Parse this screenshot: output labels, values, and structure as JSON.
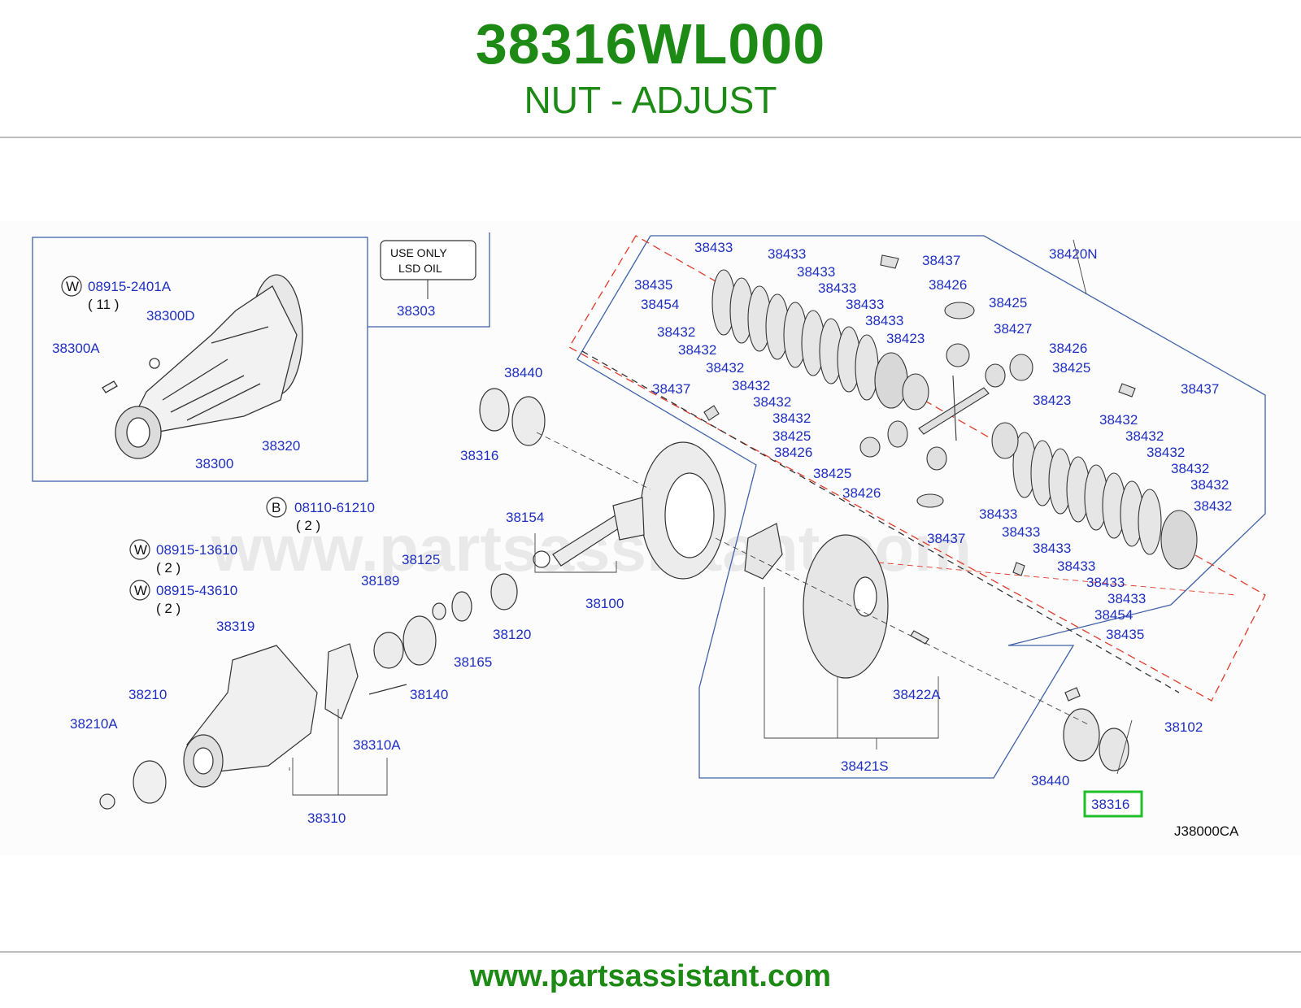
{
  "header": {
    "part_number": "38316WL000",
    "part_name": "NUT - ADJUST"
  },
  "footer": {
    "url": "www.partsassistant.com"
  },
  "diagram": {
    "watermark": "www.partsassistant.com",
    "diagram_code": "J38000CA",
    "note_line1": "USE   ONLY",
    "note_line2": "LSD   OIL",
    "highlighted_part": "38316",
    "colors": {
      "brand_green": "#1e8a16",
      "label_blue": "#1f2fbf",
      "highlight_green": "#1fbf2a",
      "dashed_red": "#e03a2a"
    },
    "labels": [
      "08915-2401A",
      "( 11 )",
      "38300D",
      "38300A",
      "38320",
      "38300",
      "38303",
      "38440",
      "38316",
      "38154",
      "38100",
      "38125",
      "38189",
      "38120",
      "38165",
      "38140",
      "08110-61210",
      "( 2 )",
      "08915-13610",
      "( 2 )",
      "08915-43610",
      "( 2 )",
      "38319",
      "38210",
      "38210A",
      "38310A",
      "38310",
      "38433",
      "38433",
      "38433",
      "38433",
      "38433",
      "38433",
      "38435",
      "38454",
      "38432",
      "38432",
      "38432",
      "38432",
      "38432",
      "38432",
      "38425",
      "38426",
      "38437",
      "38426",
      "38425",
      "38427",
      "38426",
      "38425",
      "38423",
      "38437",
      "38420N",
      "38423",
      "38432",
      "38432",
      "38432",
      "38432",
      "38432",
      "38432",
      "38425",
      "38426",
      "38433",
      "38433",
      "38433",
      "38433",
      "38433",
      "38433",
      "38454",
      "38435",
      "38437",
      "38422A",
      "38421S",
      "38102",
      "38440",
      "38316"
    ],
    "badges": [
      "W",
      "B",
      "W",
      "W"
    ]
  }
}
